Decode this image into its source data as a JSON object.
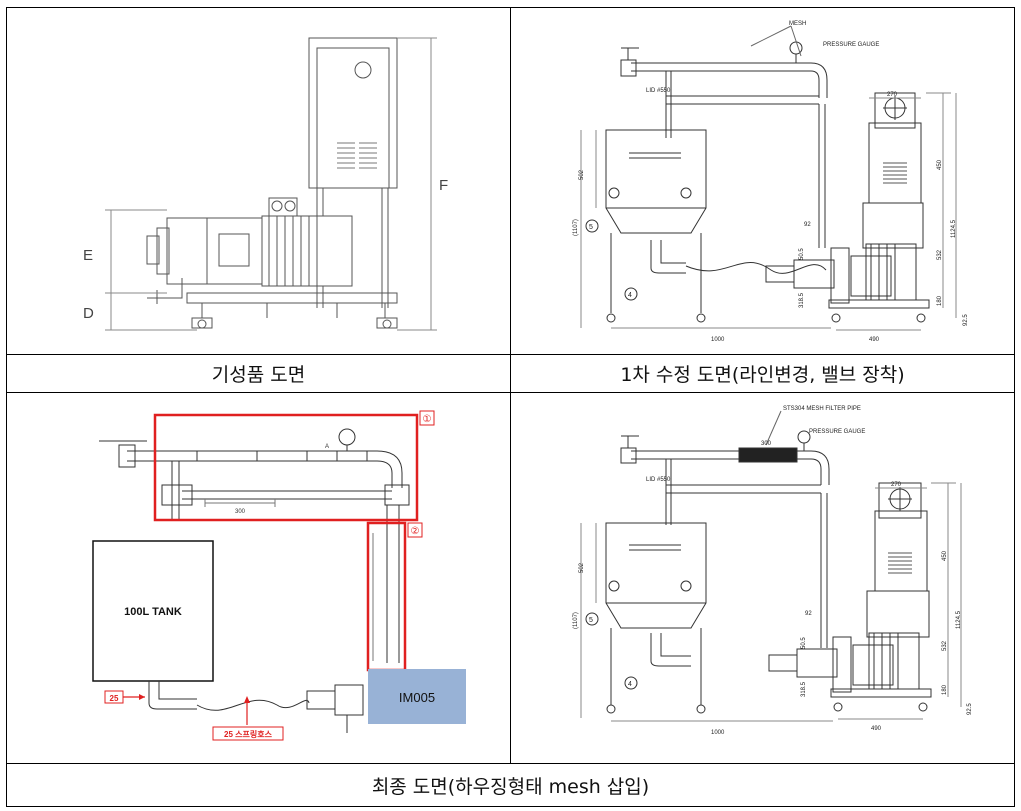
{
  "captions": {
    "existing": "기성품 도면",
    "first_revision": "1차 수정 도면(라인변경, 밸브 장착)",
    "final": "최종 도면(하우징형태 mesh 삽입)"
  },
  "drawing_existing": {
    "dim_e": "E",
    "dim_d": "D",
    "dim_f": "F"
  },
  "drawing_rev1": {
    "mesh": "MESH",
    "pressure_gauge": "PRESSURE GAUGE",
    "lid": "LID #550",
    "dim_270": "270",
    "dim_502": "502",
    "dim_1107": "(1107)",
    "dim_450": "450",
    "dim_1124": "1124.5",
    "dim_532": "532",
    "dim_92": "92",
    "dim_50": "50.5",
    "dim_318": "318.5",
    "dim_1000": "1000",
    "dim_490": "490",
    "dim_925": "92.5",
    "dim_180": "180",
    "balloon_5": "5",
    "balloon_4": "4"
  },
  "drawing_sketch": {
    "tank": "100L TANK",
    "unit": "IM005",
    "label_25": "25",
    "hose": "25 스프링호스",
    "zone1": "①",
    "zone2": "②",
    "dim_a": "A",
    "dim_300": "300"
  },
  "drawing_final": {
    "mesh_filter": "STS304 MESH FILTER PIPE",
    "pressure_gauge": "PRESSURE GAUGE",
    "lid": "LID #550",
    "dim_300": "300",
    "dim_270": "270",
    "dim_502": "502",
    "dim_1107": "(1107)",
    "dim_450": "450",
    "dim_1124": "1124.5",
    "dim_532": "532",
    "dim_92": "92",
    "dim_50": "50.5",
    "dim_318": "318.5",
    "dim_1000": "1000",
    "dim_490": "490",
    "dim_925": "92.5",
    "dim_180": "180",
    "balloon_5": "5",
    "balloon_4": "4"
  }
}
